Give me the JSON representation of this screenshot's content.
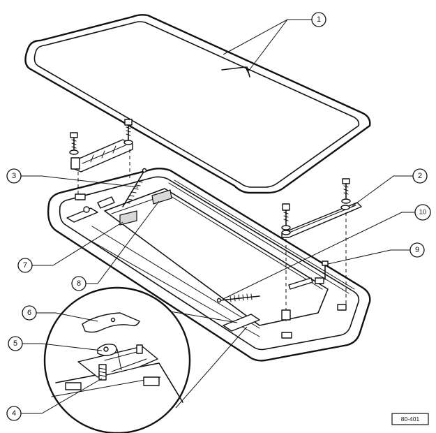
{
  "callouts": [
    {
      "id": "c1",
      "label": "1"
    },
    {
      "id": "c2",
      "label": "2"
    },
    {
      "id": "c3",
      "label": "3"
    },
    {
      "id": "c4",
      "label": "4"
    },
    {
      "id": "c5",
      "label": "5"
    },
    {
      "id": "c6",
      "label": "6"
    },
    {
      "id": "c7",
      "label": "7"
    },
    {
      "id": "c8",
      "label": "8"
    },
    {
      "id": "c9",
      "label": "9"
    },
    {
      "id": "c10",
      "label": "10"
    }
  ],
  "figure_reference": "80-401"
}
